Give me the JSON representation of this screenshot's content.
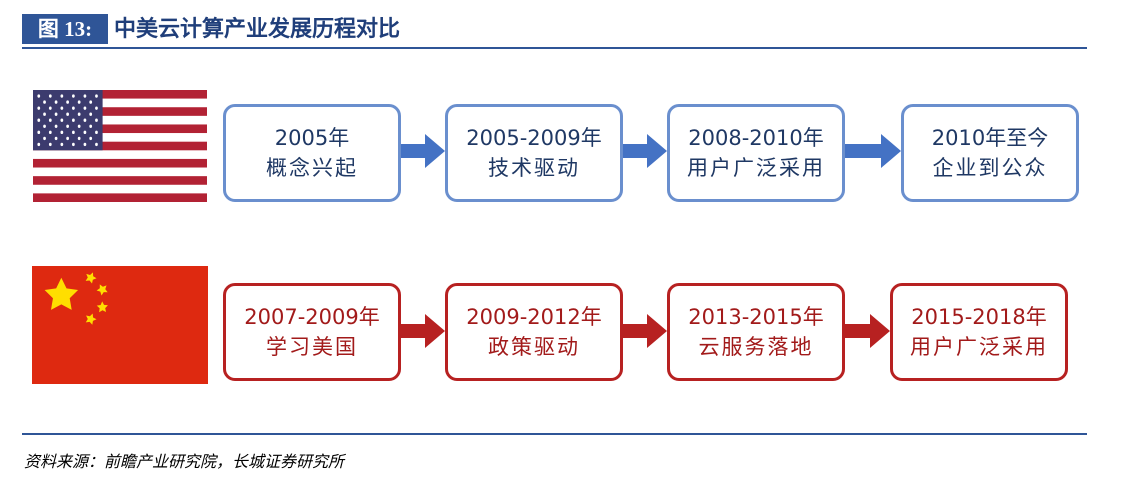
{
  "figure": {
    "tag": "图 13:",
    "title": "中美云计算产业发展历程对比"
  },
  "colors": {
    "title_blue": "#2f5597",
    "us_blue": "#4472c4",
    "us_border": "#6a8fce",
    "cn_red": "#b72121",
    "cn_flag_red": "#de2910",
    "cn_star_yellow": "#ffde00"
  },
  "us": {
    "flag": "us-flag",
    "stages": [
      {
        "period": "2005年",
        "desc": "概念兴起"
      },
      {
        "period": "2005-2009年",
        "desc": "技术驱动"
      },
      {
        "period": "2008-2010年",
        "desc": "用户广泛采用"
      },
      {
        "period": "2010年至今",
        "desc": "企业到公众"
      }
    ]
  },
  "cn": {
    "flag": "china-flag",
    "stages": [
      {
        "period": "2007-2009年",
        "desc": "学习美国"
      },
      {
        "period": "2009-2012年",
        "desc": "政策驱动"
      },
      {
        "period": "2013-2015年",
        "desc": "云服务落地"
      },
      {
        "period": "2015-2018年",
        "desc": "用户广泛采用"
      }
    ]
  },
  "source": "资料来源：前瞻产业研究院，长城证券研究所"
}
